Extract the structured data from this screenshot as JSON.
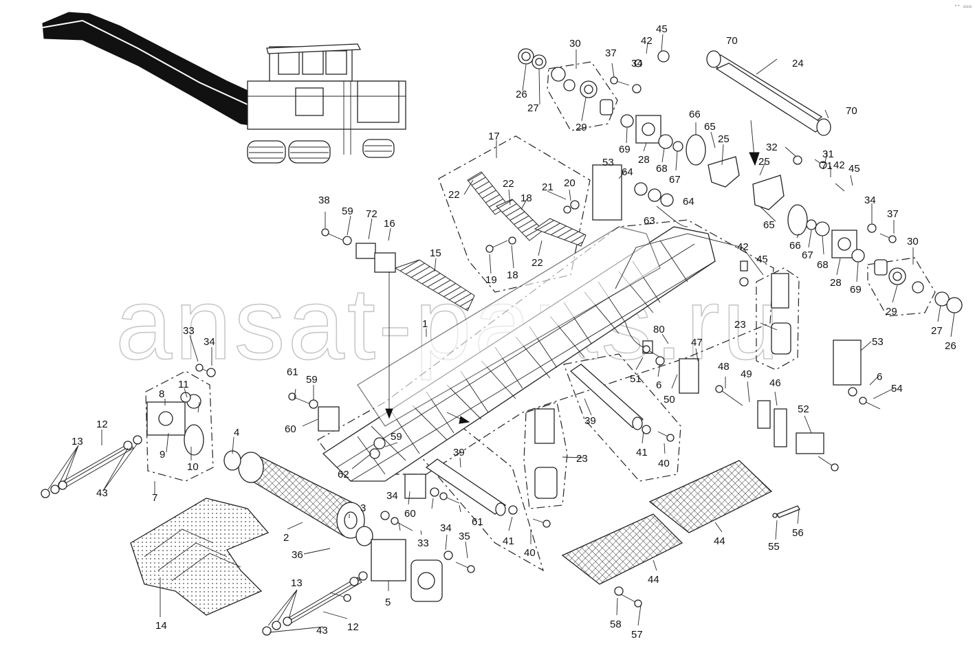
{
  "watermark": "ansat-parts.ru",
  "corner_note": "\"\" ===",
  "part_labels": [
    "1",
    "2",
    "3",
    "4",
    "5",
    "6",
    "6",
    "7",
    "8",
    "9",
    "10",
    "11",
    "12",
    "12",
    "13",
    "13",
    "14",
    "15",
    "16",
    "17",
    "18",
    "18",
    "19",
    "20",
    "21",
    "22",
    "22",
    "22",
    "23",
    "23",
    "24",
    "25",
    "25",
    "26",
    "26",
    "27",
    "27",
    "28",
    "28",
    "29",
    "29",
    "30",
    "30",
    "31",
    "32",
    "33",
    "33",
    "34",
    "34",
    "34",
    "34",
    "34",
    "35",
    "36",
    "37",
    "37",
    "38",
    "39",
    "39",
    "40",
    "40",
    "41",
    "41",
    "42",
    "42",
    "42",
    "43",
    "43",
    "44",
    "44",
    "45",
    "45",
    "45",
    "46",
    "47",
    "48",
    "49",
    "50",
    "51",
    "52",
    "53",
    "53",
    "54",
    "55",
    "56",
    "57",
    "58",
    "59",
    "59",
    "59",
    "60",
    "60",
    "61",
    "61",
    "62",
    "63",
    "64",
    "64",
    "65",
    "65",
    "66",
    "66",
    "67",
    "67",
    "68",
    "68",
    "69",
    "69",
    "70",
    "70",
    "71",
    "72",
    "80"
  ],
  "colors": {
    "ink": "#111111",
    "watermark": "#9a9a9a",
    "background": "#ffffff"
  }
}
